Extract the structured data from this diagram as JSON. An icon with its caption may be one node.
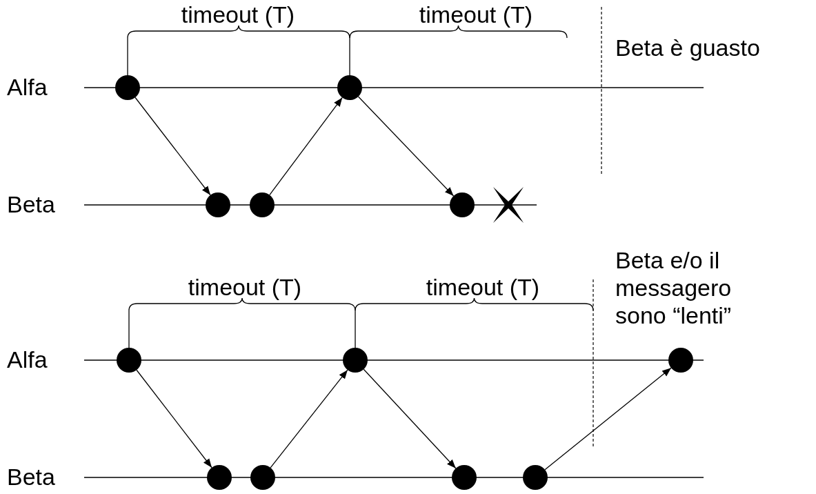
{
  "diagram": {
    "nodes": [
      {
        "text": [],
        "shape": "circle"
      },
      {
        "text": [],
        "shape": "circle"
      },
      {
        "text": [],
        "shape": "circle"
      },
      {
        "text": [],
        "shape": "circle"
      },
      {
        "text": [],
        "shape": "circle"
      },
      {
        "text": [],
        "shape": "circle"
      },
      {
        "text": [],
        "shape": "circle"
      },
      {
        "text": [],
        "shape": "circle"
      },
      {
        "text": [],
        "shape": "circle"
      },
      {
        "text": [],
        "shape": "circle"
      },
      {
        "text": [],
        "shape": "circle"
      },
      {
        "text": [],
        "shape": "circle"
      }
    ],
    "edges": [
      {
        "from": 0,
        "to": 1,
        "arrow": "to"
      },
      {
        "from": 2,
        "to": 3,
        "arrow": "to"
      },
      {
        "from": 3,
        "to": 4,
        "arrow": "to"
      },
      {
        "from": 5,
        "to": 6,
        "arrow": "to"
      },
      {
        "from": 7,
        "to": 8,
        "arrow": "to"
      },
      {
        "from": 8,
        "to": 9,
        "arrow": "to"
      },
      {
        "from": 10,
        "to": 11,
        "arrow": "to"
      }
    ],
    "labels": [
      "timeout (T)",
      "timeout (T)",
      "Beta è guasto",
      "Alfa",
      "Beta",
      "Beta e/o il messagero sono “lenti”",
      "timeout (T)",
      "timeout (T)",
      "Alfa",
      "Beta"
    ]
  }
}
